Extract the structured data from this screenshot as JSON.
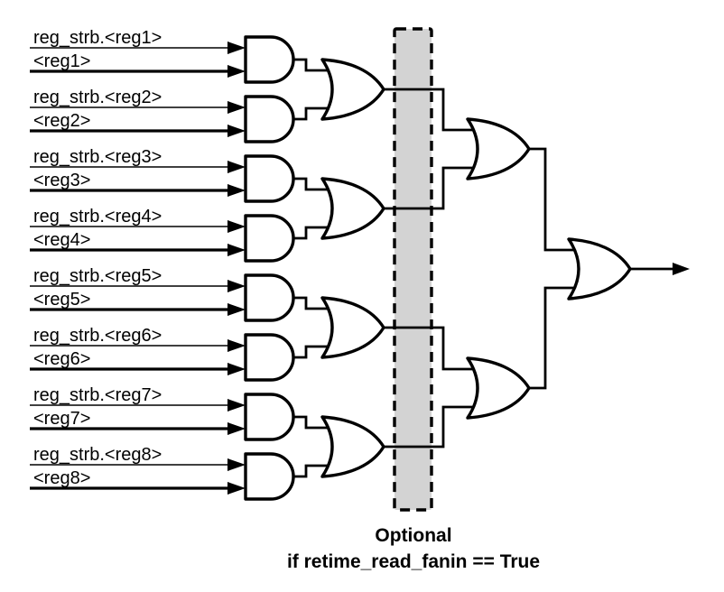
{
  "inputs": [
    {
      "strb": "reg_strb.<reg1>",
      "reg": "<reg1>"
    },
    {
      "strb": "reg_strb.<reg2>",
      "reg": "<reg2>"
    },
    {
      "strb": "reg_strb.<reg3>",
      "reg": "<reg3>"
    },
    {
      "strb": "reg_strb.<reg4>",
      "reg": "<reg4>"
    },
    {
      "strb": "reg_strb.<reg5>",
      "reg": "<reg5>"
    },
    {
      "strb": "reg_strb.<reg6>",
      "reg": "<reg6>"
    },
    {
      "strb": "reg_strb.<reg7>",
      "reg": "<reg7>"
    },
    {
      "strb": "reg_strb.<reg8>",
      "reg": "<reg8>"
    }
  ],
  "caption": {
    "line1": "Optional",
    "line2": "if retime_read_fanin == True"
  },
  "colors": {
    "wire": "#000000",
    "text": "#000000",
    "gate_fill": "#ffffff",
    "optional_box_fill": "#d3d3d3",
    "background": "#ffffff"
  }
}
